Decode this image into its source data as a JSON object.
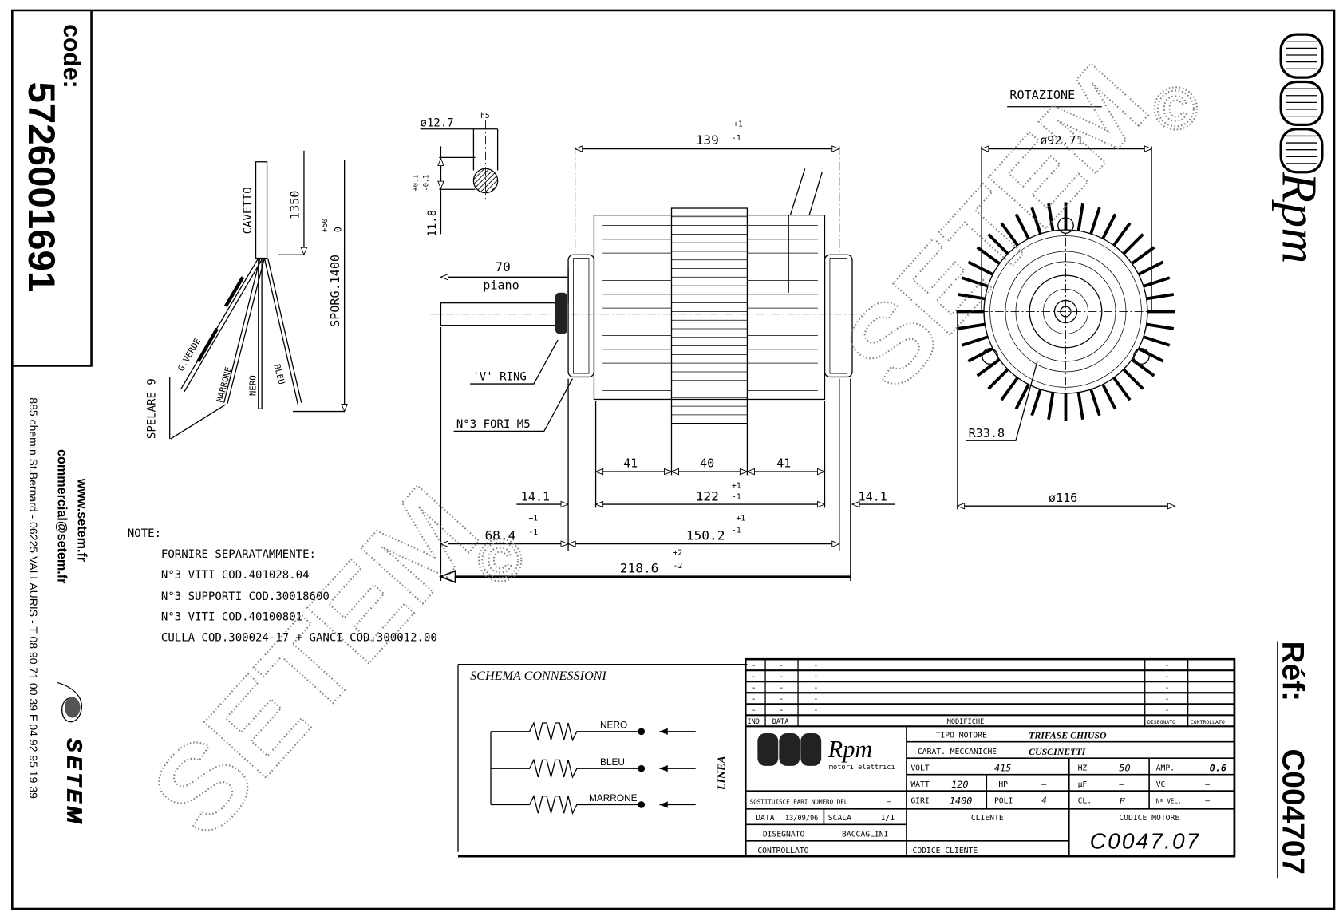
{
  "sidebar": {
    "code_label": "code:",
    "code_value": "5726001691",
    "website": "www.setem.fr",
    "email": "commercial@setem.fr",
    "address": "885 chemin St.Bernard  -  06225 VALLAURIS  -  T 08 90 71 00 39   F 04 92 95 19 39",
    "brand": "SETEM"
  },
  "cable": {
    "cavetto": "CAVETTO",
    "length": "1350",
    "sporg": "SPORG.1400",
    "sporg_tol_plus": "+50",
    "sporg_tol_minus": "0",
    "spelare": "SPELARE  9",
    "wires": [
      "G.VERDE",
      "MARRONE",
      "NERO",
      "BLEU"
    ]
  },
  "shaft": {
    "diameter": "ø12.7",
    "fit": "h5",
    "flat": "11.8",
    "tol_plus": "+0.1",
    "tol_minus": "-0.1"
  },
  "side_view": {
    "overall_body": "139",
    "overall_body_tol_plus": "+1",
    "overall_body_tol_minus": "-1",
    "shaft_len": "70",
    "shaft_flat": "piano",
    "v_ring": "'V' RING",
    "holes": "N°3 FORI M5",
    "seg1": "41",
    "seg2": "40",
    "seg3": "41",
    "body": "122",
    "body_tol_plus": "+1",
    "body_tol_minus": "-1",
    "flange_left": "14.1",
    "flange_right": "14.1",
    "shaft_total": "68.4",
    "shaft_total_tol_plus": "+1",
    "shaft_total_tol_minus": "-1",
    "motor_len": "150.2",
    "motor_len_tol_plus": "+1",
    "motor_len_tol_minus": "-1",
    "overall": "218.6",
    "overall_tol_plus": "+2",
    "overall_tol_minus": "-2"
  },
  "front_view": {
    "rotation": "ROTAZIONE",
    "inner_diameter": "ø92.71",
    "outer_diameter": "ø116",
    "radius": "R33.8"
  },
  "notes": {
    "title": "NOTE:",
    "lines": [
      "FORNIRE SEPARATAMMENTE:",
      "N°3 VITI COD.401028.04",
      "N°3 SUPPORTI COD.30018600",
      "N°3 VITI COD.40100801",
      "CULLA COD.300024-17 + GANCI COD.300012.00"
    ]
  },
  "schema": {
    "title": "SCHEMA CONNESSIONI",
    "line_label": "LINEA",
    "wires": [
      "NERO",
      "BLEU",
      "MARRONE"
    ]
  },
  "title_block": {
    "mod_rows": [
      [
        "-",
        "-",
        "-",
        "-"
      ],
      [
        "-",
        "-",
        "-",
        "-"
      ],
      [
        "-",
        "-",
        "-",
        "-"
      ],
      [
        "-",
        "-",
        "-",
        "-"
      ],
      [
        "-",
        "-",
        "-",
        "-"
      ]
    ],
    "headers": {
      "ind": "IND",
      "data": "DATA",
      "modifiche": "MODIFICHE",
      "disegnato": "DISEGNATO",
      "controllato": "CONTROLLATO"
    },
    "logo_text": "Rpm",
    "logo_sub": "motori elettrici",
    "tipo_motore_label": "TIPO MOTORE",
    "tipo_motore": "TRIFASE CHIUSO",
    "carat_label": "CARAT. MECCANICHE",
    "carat": "CUSCINETTI",
    "volt_label": "VOLT",
    "volt": "415",
    "hz_label": "HZ",
    "hz": "50",
    "amp_label": "AMP.",
    "amp": "0.6",
    "watt_label": "WATT",
    "watt": "120",
    "hp_label": "HP",
    "hp": "—",
    "uf_label": "µF",
    "uf": "—",
    "vc_label": "VC",
    "vc": "—",
    "giri_label": "GIRI",
    "giri": "1400",
    "poli_label": "POLI",
    "poli": "4",
    "cl_label": "CL.",
    "cl": "F",
    "nvel_label": "Nº VEL.",
    "nvel": "—",
    "sostituisce_label": "SOSTITUISCE PARI NUMERO DEL",
    "sostituisce": "—",
    "data_label": "DATA",
    "data": "13/09/96",
    "scala_label": "SCALA",
    "scala": "1/1",
    "disegnato_label": "DISEGNATO",
    "disegnato": "BACCAGLINI",
    "controllato_label": "CONTROLLATO",
    "cliente_label": "CLIENTE",
    "codice_cliente_label": "CODICE CLIENTE",
    "codice_motore_label": "CODICE MOTORE",
    "codice_motore": "C0047.07"
  },
  "right_panel": {
    "brand": "Rpm",
    "ref_label": "Réf:",
    "ref_value": "C004707"
  },
  "watermark": {
    "text": "SETEM",
    "mark": "©"
  }
}
